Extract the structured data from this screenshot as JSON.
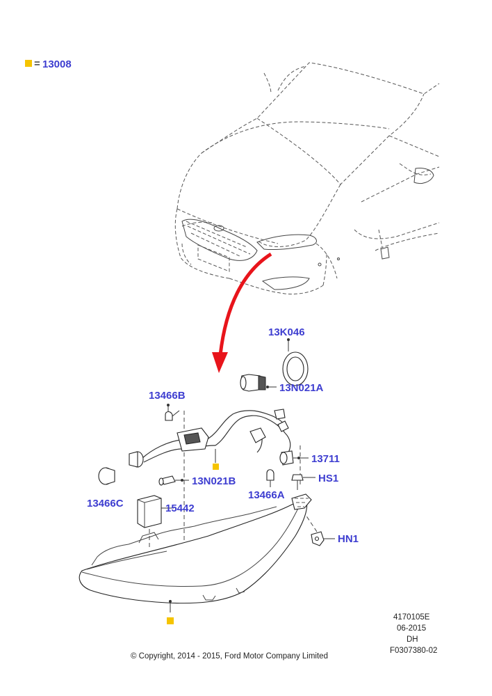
{
  "legend": {
    "equals": "=",
    "code": "13008",
    "marker_color": "#f5c400"
  },
  "labels": {
    "p13K046": "13K046",
    "p13N021A": "13N021A",
    "p13466B": "13466B",
    "p13711": "13711",
    "p13N021B": "13N021B",
    "pHS1": "HS1",
    "p13466C": "13466C",
    "p13466A": "13466A",
    "p15442": "15442",
    "pHN1": "HN1"
  },
  "meta": {
    "ref": "4170105E",
    "date": "06-2015",
    "code": "DH",
    "figure": "F0307380-02",
    "copyright": "© Copyright, 2014 - 2015, Ford Motor Company Limited"
  },
  "colors": {
    "label": "#3d3dd0",
    "arrow": "#e8141b",
    "marker": "#f5c400"
  }
}
